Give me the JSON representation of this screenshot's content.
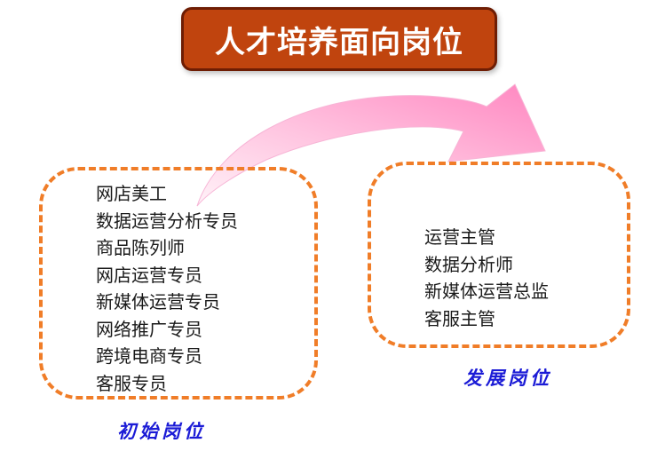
{
  "title": "人才培养面向岗位",
  "initial": {
    "caption": "初始岗位",
    "items": [
      "网店美工",
      "数据运营分析专员",
      "商品陈列师",
      "网店运营专员",
      "新媒体运营专员",
      "网络推广专员",
      "跨境电商专员",
      "客服专员"
    ]
  },
  "development": {
    "caption": "发展岗位",
    "items": [
      "运营主管",
      "数据分析师",
      "新媒体运营总监",
      "客服主管"
    ]
  },
  "colors": {
    "title_bg": "#c0440e",
    "dashed_border": "#f07d28",
    "arrow_pink": "#ff8fc4",
    "caption_blue": "#1b1bd6"
  }
}
